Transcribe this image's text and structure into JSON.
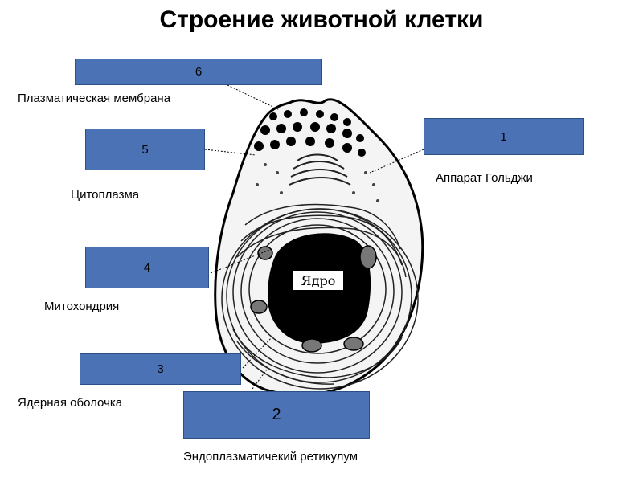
{
  "title": "Строение животной клетки",
  "nucleus_label": "Ядро",
  "boxes": [
    {
      "number": "6"
    },
    {
      "number": "5"
    },
    {
      "number": "1"
    },
    {
      "number": "4"
    },
    {
      "number": "3"
    },
    {
      "number": "2"
    }
  ],
  "labels": {
    "plasma_membrane": "Плазматическая мембрана",
    "cytoplasm": "Цитоплазма",
    "golgi": "Аппарат Гольджи",
    "mitochondria": "Митохондрия",
    "nuclear_envelope": "Ядерная оболочка",
    "er": "Эндоплазматичекий ретикулум"
  },
  "colors": {
    "box_fill": "#4a72b5",
    "box_border": "#2c4f86"
  }
}
